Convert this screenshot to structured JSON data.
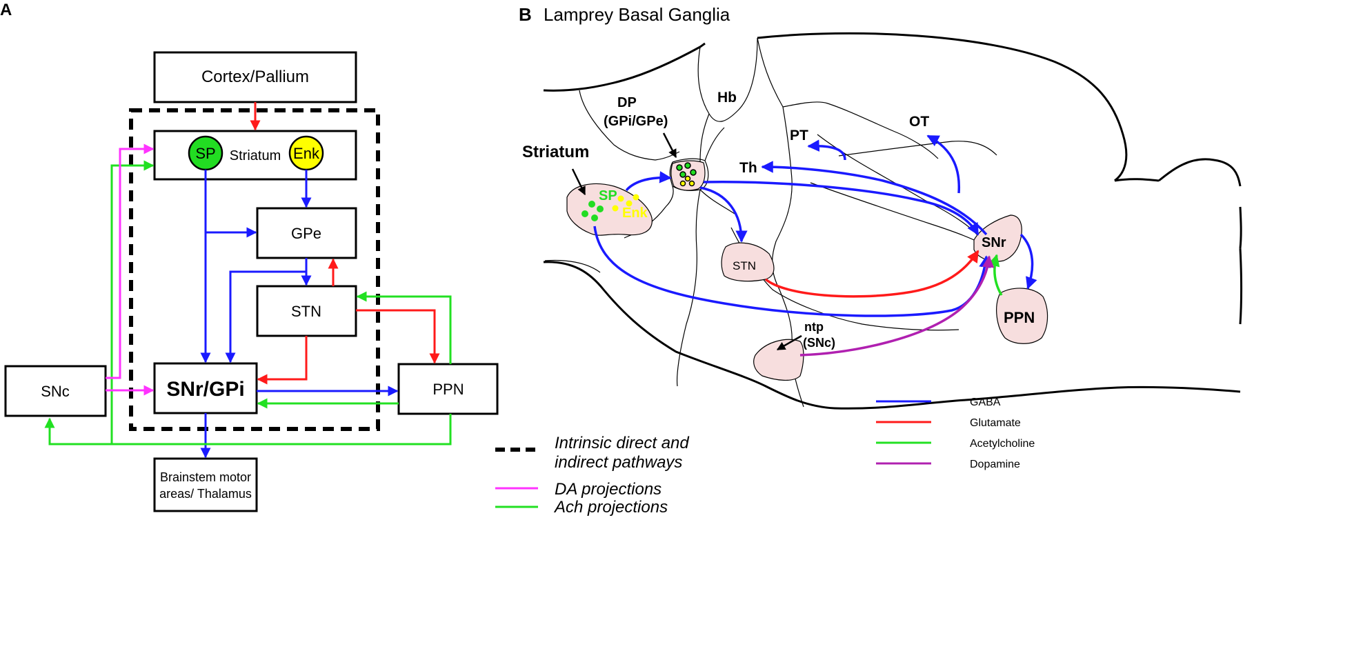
{
  "panel_a": {
    "label": "A",
    "nodes": {
      "cortex": "Cortex/Pallium",
      "striatum": "Striatum",
      "sp": "SP",
      "enk": "Enk",
      "gpe": "GPe",
      "stn": "STN",
      "snr_gpi": "SNr/GPi",
      "snc": "SNc",
      "ppn": "PPN",
      "brainstem_line1": "Brainstem motor",
      "brainstem_line2": "areas/ Thalamus"
    }
  },
  "legend_a": {
    "intrinsic_line1": "Intrinsic direct and",
    "intrinsic_line2": "indirect pathways",
    "da": "DA projections",
    "ach": "Ach projections"
  },
  "panel_b": {
    "label": "B",
    "title": "Lamprey Basal Ganglia",
    "labels": {
      "dp_line1": "DP",
      "dp_line2": "(GPi/GPe)",
      "hb": "Hb",
      "pt": "PT",
      "ot": "OT",
      "th": "Th",
      "striatum": "Striatum",
      "sp": "SP",
      "enk": "Enk",
      "stn": "STN",
      "snr": "SNr",
      "ppn": "PPN",
      "ntp_line1": "ntp",
      "ntp_line2": "(SNc)"
    }
  },
  "legend_b": {
    "gaba": "GABA",
    "glutamate": "Glutamate",
    "acetylcholine": "Acetylcholine",
    "dopamine": "Dopamine"
  },
  "colors": {
    "gaba": "#1a1aff",
    "glutamate": "#ff1a1a",
    "acetylcholine": "#22e022",
    "dopamine_a": "#ff33ff",
    "dopamine_b": "#b020b0",
    "sp_fill": "#22dd22",
    "enk_fill": "#ffff00",
    "region_fill": "#f7dede"
  }
}
